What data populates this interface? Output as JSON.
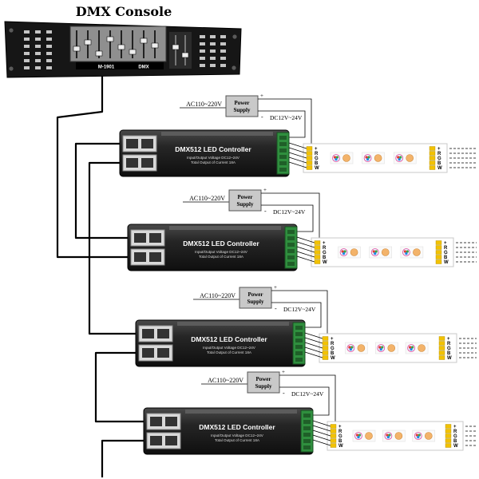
{
  "title": "DMX Console",
  "console": {
    "model": "M-1901",
    "mode": "DMX"
  },
  "units": [
    {
      "power_supply": {
        "input": "AC110~220V",
        "label": [
          "Power",
          "Supply"
        ],
        "plus": "+",
        "minus": "-",
        "output": "DC12V~24V"
      },
      "controller": {
        "name": "DMX512 LED Controller",
        "spec_voltage": "Input/Output Voltage DC12~24V",
        "spec_current": "Total Output of Current 18A"
      },
      "strip_pins": [
        "+",
        "R",
        "G",
        "B",
        "W"
      ]
    },
    {
      "power_supply": {
        "input": "AC110~220V",
        "label": [
          "Power",
          "Supply"
        ],
        "plus": "+",
        "minus": "-",
        "output": "DC12V~24V"
      },
      "controller": {
        "name": "DMX512 LED Controller",
        "spec_voltage": "Input/Output Voltage DC12~24V",
        "spec_current": "Total Output of Current 18A"
      },
      "strip_pins": [
        "+",
        "R",
        "G",
        "B",
        "W"
      ]
    },
    {
      "power_supply": {
        "input": "AC110~220V",
        "label": [
          "Power",
          "Supply"
        ],
        "plus": "+",
        "minus": "-",
        "output": "DC12V~24V"
      },
      "controller": {
        "name": "DMX512 LED Controller",
        "spec_voltage": "Input/Output Voltage DC12~24V",
        "spec_current": "Total Output of Current 18A"
      },
      "strip_pins": [
        "+",
        "R",
        "G",
        "B",
        "W"
      ]
    },
    {
      "power_supply": {
        "input": "AC110~220V",
        "label": [
          "Power",
          "Supply"
        ],
        "plus": "+",
        "minus": "-",
        "output": "DC12V~24V"
      },
      "controller": {
        "name": "DMX512 LED Controller",
        "spec_voltage": "Input/Output Voltage DC12~24V",
        "spec_current": "Total Output of Current 18A"
      },
      "strip_pins": [
        "+",
        "R",
        "G",
        "B",
        "W"
      ]
    }
  ],
  "colors": {
    "cable": "#000000",
    "console_body": "#161616",
    "terminal_block": "#2f8f3e",
    "strip_pad": "#f2c200",
    "power_supply": "#c9c9c9",
    "led_warm": "#f3b36a",
    "led_rgb_ring": "#e04da0"
  }
}
